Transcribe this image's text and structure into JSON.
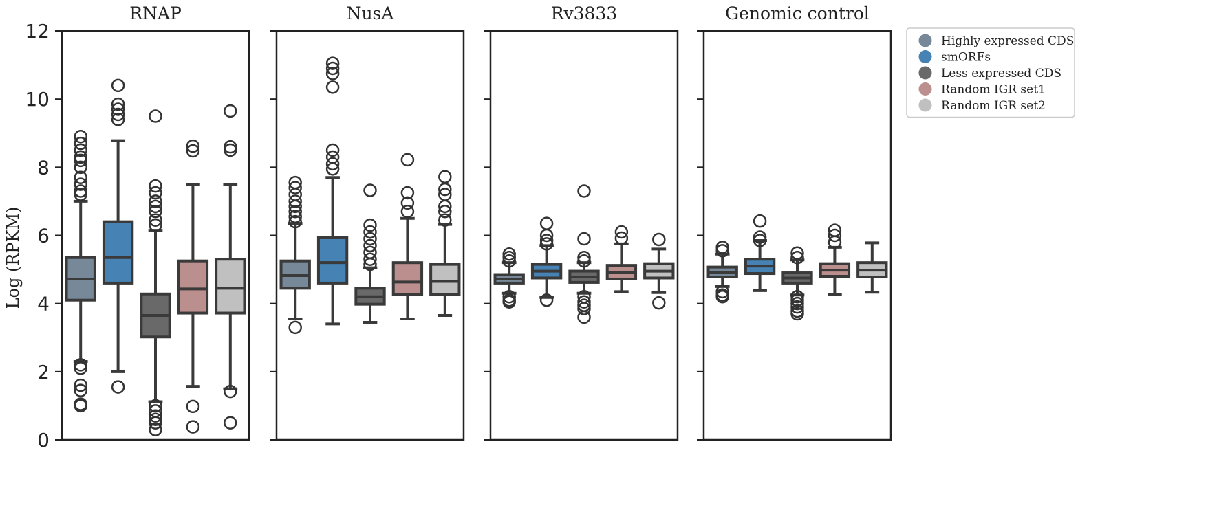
{
  "chart_data": {
    "type": "box",
    "ylabel": "Log (RPKM)",
    "ylim": [
      0,
      12
    ],
    "yticks": [
      "0",
      "2",
      "4",
      "6",
      "8",
      "10",
      "12"
    ],
    "shared_y_axis": true,
    "grid": false,
    "legend_position": "right",
    "groups": [
      {
        "name": "Highly expressed CDS",
        "color": "#778899"
      },
      {
        "name": "smORFs",
        "color": "#4682b4"
      },
      {
        "name": "Less expressed CDS",
        "color": "#696969"
      },
      {
        "name": "Random IGR set1",
        "color": "#bc8f8f"
      },
      {
        "name": "Random IGR set2",
        "color": "#c0c0c0"
      }
    ],
    "panels": [
      {
        "title": "RNAP",
        "boxes": [
          {
            "q1": 4.1,
            "median": 4.72,
            "q3": 5.35,
            "whisker_low": 2.3,
            "whisker_high": 7.0,
            "outliers": [
              8.9,
              8.7,
              8.5,
              8.3,
              8.2,
              8.0,
              7.7,
              7.5,
              7.3,
              7.2,
              2.2,
              2.1,
              1.6,
              1.45,
              1.05,
              1.0
            ]
          },
          {
            "q1": 4.6,
            "median": 5.35,
            "q3": 6.4,
            "whisker_low": 2.0,
            "whisker_high": 8.78,
            "outliers": [
              10.4,
              9.85,
              9.7,
              9.55,
              9.4,
              1.55
            ]
          },
          {
            "q1": 3.02,
            "median": 3.65,
            "q3": 4.28,
            "whisker_low": 1.12,
            "whisker_high": 6.15,
            "outliers": [
              9.5,
              7.45,
              7.25,
              7.0,
              6.85,
              6.7,
              6.45,
              6.3,
              1.0,
              0.85,
              0.7,
              0.6,
              0.5,
              0.3
            ]
          },
          {
            "q1": 3.72,
            "median": 4.43,
            "q3": 5.25,
            "whisker_low": 1.57,
            "whisker_high": 7.5,
            "outliers": [
              8.62,
              8.48,
              0.98,
              0.38
            ]
          },
          {
            "q1": 3.72,
            "median": 4.45,
            "q3": 5.3,
            "whisker_low": 1.5,
            "whisker_high": 7.5,
            "outliers": [
              9.65,
              8.6,
              8.5,
              1.42,
              0.5
            ]
          }
        ]
      },
      {
        "title": "NusA",
        "boxes": [
          {
            "q1": 4.45,
            "median": 4.82,
            "q3": 5.25,
            "whisker_low": 3.55,
            "whisker_high": 6.35,
            "outliers": [
              7.55,
              7.4,
              7.2,
              7.0,
              6.85,
              6.7,
              6.55,
              6.4,
              3.3
            ]
          },
          {
            "q1": 4.6,
            "median": 5.2,
            "q3": 5.93,
            "whisker_low": 3.4,
            "whisker_high": 7.7,
            "outliers": [
              11.05,
              10.9,
              10.75,
              10.35,
              8.5,
              8.3,
              8.1,
              7.95
            ]
          },
          {
            "q1": 3.98,
            "median": 4.2,
            "q3": 4.45,
            "whisker_low": 3.45,
            "whisker_high": 5.05,
            "outliers": [
              7.32,
              6.3,
              6.1,
              5.9,
              5.7,
              5.5,
              5.3,
              5.15
            ]
          },
          {
            "q1": 4.27,
            "median": 4.63,
            "q3": 5.2,
            "whisker_low": 3.55,
            "whisker_high": 6.5,
            "outliers": [
              8.22,
              7.25,
              6.95,
              6.7
            ]
          },
          {
            "q1": 4.27,
            "median": 4.65,
            "q3": 5.15,
            "whisker_low": 3.65,
            "whisker_high": 6.32,
            "outliers": [
              7.72,
              7.35,
              7.2,
              6.85,
              6.7,
              6.45
            ]
          }
        ]
      },
      {
        "title": "Rv3833",
        "boxes": [
          {
            "q1": 4.6,
            "median": 4.72,
            "q3": 4.85,
            "whisker_low": 4.3,
            "whisker_high": 5.2,
            "outliers": [
              5.45,
              5.35,
              5.25,
              4.2,
              4.1,
              4.05
            ]
          },
          {
            "q1": 4.75,
            "median": 4.95,
            "q3": 5.15,
            "whisker_low": 4.18,
            "whisker_high": 5.7,
            "outliers": [
              6.35,
              6.0,
              5.85,
              5.75,
              4.1
            ]
          },
          {
            "q1": 4.62,
            "median": 4.78,
            "q3": 4.95,
            "whisker_low": 4.3,
            "whisker_high": 5.2,
            "outliers": [
              7.3,
              5.9,
              5.35,
              5.25,
              4.2,
              4.05,
              3.95,
              3.85,
              3.6
            ]
          },
          {
            "q1": 4.72,
            "median": 4.92,
            "q3": 5.12,
            "whisker_low": 4.35,
            "whisker_high": 5.75,
            "outliers": [
              6.1,
              5.92
            ]
          },
          {
            "q1": 4.75,
            "median": 4.95,
            "q3": 5.17,
            "whisker_low": 4.32,
            "whisker_high": 5.6,
            "outliers": [
              5.88,
              4.02
            ]
          }
        ]
      },
      {
        "title": "Genomic control",
        "boxes": [
          {
            "q1": 4.78,
            "median": 4.92,
            "q3": 5.07,
            "whisker_low": 4.5,
            "whisker_high": 5.45,
            "outliers": [
              5.65,
              5.55,
              4.35,
              4.25,
              4.2
            ]
          },
          {
            "q1": 4.88,
            "median": 5.1,
            "q3": 5.3,
            "whisker_low": 4.38,
            "whisker_high": 5.85,
            "outliers": [
              6.42,
              5.95,
              5.85
            ]
          },
          {
            "q1": 4.6,
            "median": 4.75,
            "q3": 4.9,
            "whisker_low": 4.25,
            "whisker_high": 5.28,
            "outliers": [
              5.48,
              5.35,
              4.2,
              4.1,
              4.0,
              3.9,
              3.78,
              3.7
            ]
          },
          {
            "q1": 4.8,
            "median": 4.98,
            "q3": 5.17,
            "whisker_low": 4.27,
            "whisker_high": 5.65,
            "outliers": [
              6.15,
              6.0,
              5.8
            ]
          },
          {
            "q1": 4.78,
            "median": 4.98,
            "q3": 5.2,
            "whisker_low": 4.33,
            "whisker_high": 5.78,
            "outliers": []
          }
        ]
      }
    ]
  }
}
